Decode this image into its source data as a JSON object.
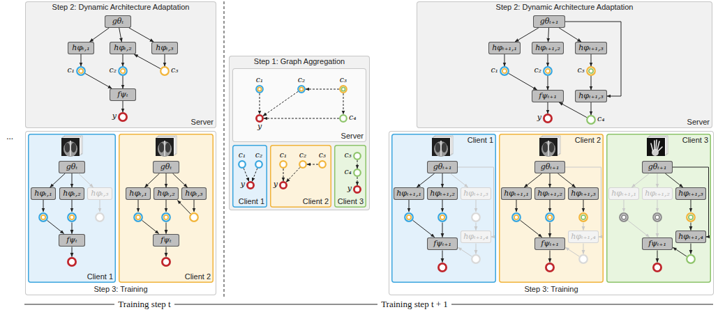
{
  "diagram": {
    "nodes": [
      {
        "text": [
          "Step 2: Dynamic Architecture Adaptation",
          "Server"
        ]
      },
      {
        "text": [
          "gθₜ"
        ],
        "in": 0
      },
      {
        "text": [
          "hφₜ,₁"
        ],
        "in": 0
      },
      {
        "text": [
          "hφₜ,₂"
        ],
        "in": 0
      },
      {
        "text": [
          "hφₜ,₃"
        ],
        "in": 0
      },
      {
        "text": [
          "c₁"
        ],
        "in": 0
      },
      {
        "text": [
          "c₂"
        ],
        "in": 0
      },
      {
        "text": [
          "c₃"
        ],
        "in": 0
      },
      {
        "text": [
          "fψₜ"
        ],
        "in": 0
      },
      {
        "text": [
          "y"
        ],
        "in": 0
      },
      {
        "text": [
          "Step 3: Training"
        ]
      },
      {
        "text": [
          "Client 1"
        ],
        "in": 10
      },
      {
        "text": [
          "gθₜ"
        ],
        "in": 11
      },
      {
        "text": [
          "hφₜ,₁"
        ],
        "in": 11
      },
      {
        "text": [
          "hφₜ,₂"
        ],
        "in": 11
      },
      {
        "text": [
          "hφₜ,₃"
        ],
        "in": 11
      },
      {
        "text": [
          "fψₜ"
        ],
        "in": 11
      },
      {
        "text": [
          "Client 2"
        ],
        "in": 10
      },
      {
        "text": [
          "gθₜ"
        ],
        "in": 17
      },
      {
        "text": [
          "hφₜ,₁"
        ],
        "in": 17
      },
      {
        "text": [
          "hφₜ,₂"
        ],
        "in": 17
      },
      {
        "text": [
          "hφₜ,₃"
        ],
        "in": 17
      },
      {
        "text": [
          "fψₜ"
        ],
        "in": 17
      },
      {
        "text": [
          "Step 1: Graph Aggregation"
        ]
      },
      {
        "text": [
          "Server"
        ],
        "in": 23
      },
      {
        "text": [
          "c₁"
        ],
        "in": 24
      },
      {
        "text": [
          "c₂"
        ],
        "in": 24
      },
      {
        "text": [
          "c₃"
        ],
        "in": 24
      },
      {
        "text": [
          "y"
        ],
        "in": 24
      },
      {
        "text": [
          "c₄"
        ],
        "in": 24
      },
      {
        "text": [
          "Client 1"
        ],
        "in": 23
      },
      {
        "text": [
          "c₁"
        ],
        "in": 30
      },
      {
        "text": [
          "c₂"
        ],
        "in": 30
      },
      {
        "text": [
          "y"
        ],
        "in": 30
      },
      {
        "text": [
          "Client 2"
        ],
        "in": 23
      },
      {
        "text": [
          "c₁"
        ],
        "in": 34
      },
      {
        "text": [
          "c₂"
        ],
        "in": 34
      },
      {
        "text": [
          "c₃"
        ],
        "in": 34
      },
      {
        "text": [
          "y"
        ],
        "in": 34
      },
      {
        "text": [
          "Client 3"
        ],
        "in": 23
      },
      {
        "text": [
          "c₃"
        ],
        "in": 39
      },
      {
        "text": [
          "c₄"
        ],
        "in": 39
      },
      {
        "text": [
          "y"
        ],
        "in": 39
      },
      {
        "text": [
          "Step 2: Dynamic Architecture Adaptation",
          "Server"
        ]
      },
      {
        "text": [
          "gθₜ₊₁"
        ],
        "in": 43
      },
      {
        "text": [
          "hφₜ₊₁,₁"
        ],
        "in": 43
      },
      {
        "text": [
          "hφₜ₊₁,₂"
        ],
        "in": 43
      },
      {
        "text": [
          "hφₜ₊₁,₃"
        ],
        "in": 43
      },
      {
        "text": [
          "c₁"
        ],
        "in": 43
      },
      {
        "text": [
          "c₂"
        ],
        "in": 43
      },
      {
        "text": [
          "c₃"
        ],
        "in": 43
      },
      {
        "text": [
          "fψₜ₊₁"
        ],
        "in": 43
      },
      {
        "text": [
          "hφₜ₊₁,₃"
        ],
        "in": 43
      },
      {
        "text": [
          "y"
        ],
        "in": 43
      },
      {
        "text": [
          "c₄"
        ],
        "in": 43
      },
      {
        "text": [
          "Step 3: Training"
        ]
      },
      {
        "text": [
          "Client 1"
        ],
        "in": 55
      },
      {
        "text": [
          "gθₜ₊₁"
        ],
        "in": 56
      },
      {
        "text": [
          "hφₜ₊₁,₁"
        ],
        "in": 56
      },
      {
        "text": [
          "hφₜ₊₁,₂"
        ],
        "in": 56
      },
      {
        "text": [
          "hφₜ₊₁,₃"
        ],
        "in": 56
      },
      {
        "text": [
          "hφₜ₊₁,₄"
        ],
        "in": 56
      },
      {
        "text": [
          "fψₜ₊₁"
        ],
        "in": 56
      },
      {
        "text": [
          "Client 2"
        ],
        "in": 55
      },
      {
        "text": [
          "gθₜ₊₁"
        ],
        "in": 63
      },
      {
        "text": [
          "hφₜ₊₁,₁"
        ],
        "in": 63
      },
      {
        "text": [
          "hφₜ₊₁,₂"
        ],
        "in": 63
      },
      {
        "text": [
          "hφₜ₊₁,₃"
        ],
        "in": 63
      },
      {
        "text": [
          "hφₜ₊₁,₄"
        ],
        "in": 63
      },
      {
        "text": [
          "fψₜ₊₁"
        ],
        "in": 63
      },
      {
        "text": [
          "Client 3"
        ],
        "in": 55
      },
      {
        "text": [
          "gθₜ₊₁"
        ],
        "in": 70
      },
      {
        "text": [
          "hφₜ₊₁,₁"
        ],
        "in": 70
      },
      {
        "text": [
          "hφₜ₊₁,₂"
        ],
        "in": 70
      },
      {
        "text": [
          "hφₜ₊₁,₃"
        ],
        "in": 70
      },
      {
        "text": [
          "hφₜ₊₁,₄"
        ],
        "in": 70
      },
      {
        "text": [
          "fψₜ₊₁"
        ],
        "in": 70
      }
    ],
    "edges": [
      {
        "from": 1,
        "to": 2,
        "arrow": "to"
      },
      {
        "from": 1,
        "to": 3,
        "arrow": "to"
      },
      {
        "from": 1,
        "to": 4,
        "arrow": "to"
      },
      {
        "from": 2,
        "to": 5,
        "arrow": "to"
      },
      {
        "from": 3,
        "to": 6,
        "arrow": "to"
      },
      {
        "from": 4,
        "to": 7,
        "arrow": "to"
      },
      {
        "from": 7,
        "to": 3,
        "arrow": "to"
      },
      {
        "from": 5,
        "to": 8,
        "arrow": "to"
      },
      {
        "from": 6,
        "to": 8,
        "arrow": "to"
      },
      {
        "from": 8,
        "to": 9,
        "arrow": "to"
      },
      {
        "from": 12,
        "to": 13,
        "arrow": "to"
      },
      {
        "from": 12,
        "to": 14,
        "arrow": "to"
      },
      {
        "from": 12,
        "to": 15,
        "arrow": "to"
      },
      {
        "from": 18,
        "to": 19,
        "arrow": "to"
      },
      {
        "from": 18,
        "to": 20,
        "arrow": "to"
      },
      {
        "from": 18,
        "to": 21,
        "arrow": "to"
      },
      {
        "from": 25,
        "to": 28,
        "arrow": "to"
      },
      {
        "from": 26,
        "to": 28,
        "arrow": "to"
      },
      {
        "from": 27,
        "to": 26,
        "arrow": "to"
      },
      {
        "from": 27,
        "to": 29,
        "arrow": "to"
      },
      {
        "from": 29,
        "to": 28,
        "arrow": "to"
      },
      {
        "from": 31,
        "to": 33,
        "arrow": "to"
      },
      {
        "from": 32,
        "to": 33,
        "arrow": "to"
      },
      {
        "from": 35,
        "to": 38,
        "arrow": "to"
      },
      {
        "from": 36,
        "to": 38,
        "arrow": "to"
      },
      {
        "from": 37,
        "to": 36,
        "arrow": "to"
      },
      {
        "from": 40,
        "to": 41,
        "arrow": "to"
      },
      {
        "from": 41,
        "to": 42,
        "arrow": "to"
      },
      {
        "from": 44,
        "to": 45,
        "arrow": "to"
      },
      {
        "from": 44,
        "to": 46,
        "arrow": "to"
      },
      {
        "from": 44,
        "to": 47,
        "arrow": "to"
      },
      {
        "from": 44,
        "to": 52,
        "arrow": "to"
      },
      {
        "from": 45,
        "to": 48,
        "arrow": "to"
      },
      {
        "from": 46,
        "to": 49,
        "arrow": "to"
      },
      {
        "from": 47,
        "to": 50,
        "arrow": "to"
      },
      {
        "from": 50,
        "to": 52,
        "arrow": "to"
      },
      {
        "from": 52,
        "to": 54,
        "arrow": "to"
      },
      {
        "from": 48,
        "to": 51,
        "arrow": "to"
      },
      {
        "from": 49,
        "to": 51,
        "arrow": "to"
      },
      {
        "from": 54,
        "to": 51,
        "arrow": "to"
      },
      {
        "from": 51,
        "to": 53,
        "arrow": "to"
      },
      {
        "from": 57,
        "to": 58,
        "arrow": "to"
      },
      {
        "from": 57,
        "to": 59,
        "arrow": "to"
      },
      {
        "from": 57,
        "to": 60,
        "arrow": "to"
      },
      {
        "from": 57,
        "to": 61,
        "arrow": "to"
      },
      {
        "from": 64,
        "to": 65,
        "arrow": "to"
      },
      {
        "from": 64,
        "to": 66,
        "arrow": "to"
      },
      {
        "from": 64,
        "to": 67,
        "arrow": "to"
      },
      {
        "from": 64,
        "to": 68,
        "arrow": "to"
      },
      {
        "from": 71,
        "to": 72,
        "arrow": "to"
      },
      {
        "from": 71,
        "to": 73,
        "arrow": "to"
      },
      {
        "from": 71,
        "to": 74,
        "arrow": "to"
      },
      {
        "from": 71,
        "to": 75,
        "arrow": "to"
      }
    ],
    "labels": [
      "...",
      "Training step t",
      "Training step t + 1"
    ]
  }
}
